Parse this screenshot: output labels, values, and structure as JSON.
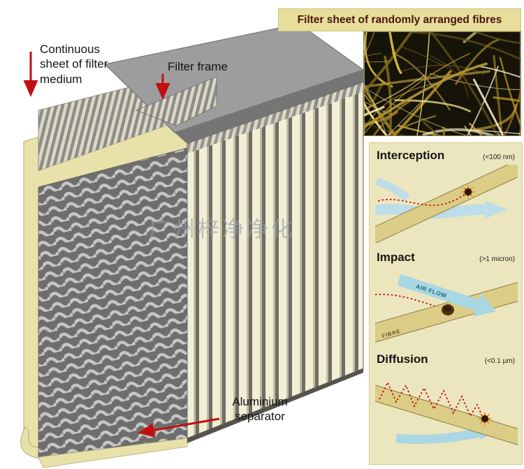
{
  "diagram": {
    "labels": {
      "medium": "Continuous sheet of filter medium",
      "frame": "Filter frame",
      "separator_1": "Aluminium",
      "separator_2": "separator"
    },
    "watermark": "广州梓净净化"
  },
  "fiber_panel": {
    "title": "Filter sheet of randomly arranged fibres"
  },
  "mechanisms": {
    "items": [
      {
        "title": "Interception",
        "size": "(<100 nm)"
      },
      {
        "title": "Impact",
        "size": "(>1 micron)"
      },
      {
        "title": "Diffusion",
        "size": "(<0.1 μm)"
      }
    ],
    "air_flow_label": "AIR FLOW",
    "fibre_label": "FIBRE"
  },
  "colors": {
    "arrow_red": "#c20f0f",
    "panel_cream": "#ece6bf",
    "header_tan": "#e7de9b",
    "fiber_bg": "#161309"
  }
}
